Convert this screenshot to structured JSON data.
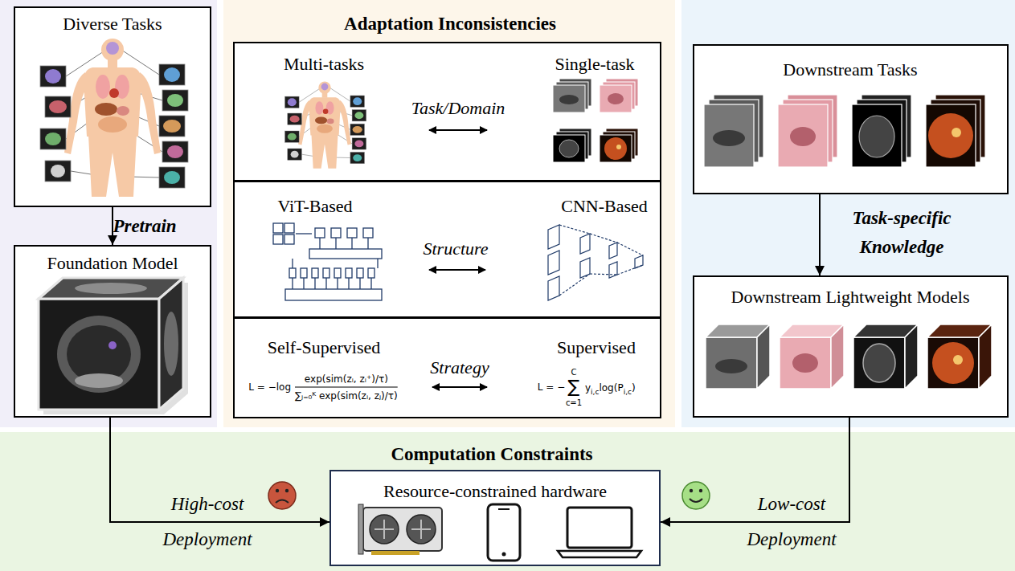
{
  "diagram": {
    "nodes": [
      {
        "text": [
          "Diverse Tasks"
        ]
      },
      {
        "text": [
          "Foundation Model"
        ]
      },
      {
        "text": [
          "Adaptation Inconsistencies"
        ]
      },
      {
        "text": [
          "Multi-tasks",
          "Task/Domain",
          "Single-task"
        ],
        "in": 2
      },
      {
        "text": [
          "ViT-Based",
          "Structure",
          "CNN-Based"
        ],
        "in": 2
      },
      {
        "text": [
          "Self-Supervised",
          "Strategy",
          "Supervised"
        ],
        "in": 2
      },
      {
        "text": [
          "Downstream Tasks"
        ]
      },
      {
        "text": [
          "Downstream Lightweight Models"
        ]
      },
      {
        "text": [
          "Computation Constraints"
        ]
      },
      {
        "text": [
          "Resource-constrained hardware"
        ],
        "in": 8
      }
    ],
    "edges": [
      {
        "from": 0,
        "to": 1,
        "arrow": "to",
        "label": "Pretrain"
      },
      {
        "from": 6,
        "to": 7,
        "arrow": "to",
        "label": "Task-specific Knowledge"
      },
      {
        "from": 1,
        "to": 9,
        "arrow": "to",
        "label": "High-cost Deployment"
      },
      {
        "from": 7,
        "to": 9,
        "arrow": "to",
        "label": "Low-cost Deployment"
      }
    ],
    "labels": [
      "L = −log",
      "exp(sim(zᵢ, zᵢ⁺)/τ)",
      "∑ⱼ₌₀ᴷ exp(sim(zᵢ, zⱼ)/τ)",
      "L = −",
      "C",
      "∑",
      "c=1",
      "y",
      "i,c",
      "log(P",
      "i,c",
      ")"
    ]
  }
}
